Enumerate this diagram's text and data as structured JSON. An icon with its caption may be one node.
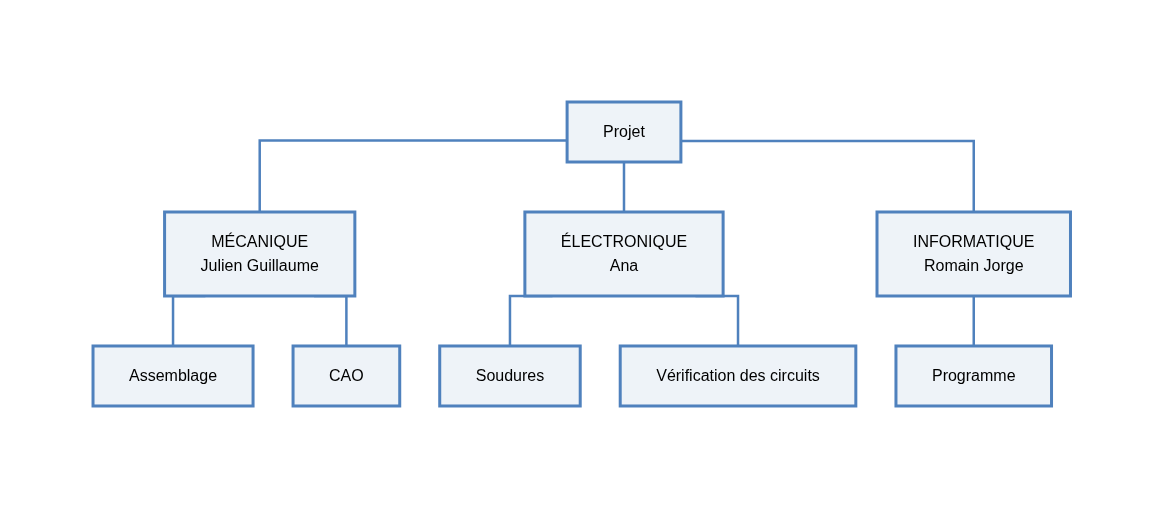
{
  "diagram": {
    "nodes": [
      {
        "text": [
          "Projet"
        ]
      },
      {
        "text": [
          "MÉCANIQUE",
          "Julien Guillaume"
        ]
      },
      {
        "text": [
          "ÉLECTRONIQUE",
          "Ana"
        ]
      },
      {
        "text": [
          "INFORMATIQUE",
          "Romain Jorge"
        ]
      },
      {
        "text": [
          "Assemblage"
        ]
      },
      {
        "text": [
          "CAO"
        ]
      },
      {
        "text": [
          "Soudures"
        ]
      },
      {
        "text": [
          "Vérification des circuits"
        ]
      },
      {
        "text": [
          "Programme"
        ]
      }
    ],
    "edges": [
      {
        "from": 0,
        "to": 1,
        "arrow": "none"
      },
      {
        "from": 0,
        "to": 2,
        "arrow": "none"
      },
      {
        "from": 0,
        "to": 3,
        "arrow": "none"
      },
      {
        "from": 1,
        "to": 4,
        "arrow": "none"
      },
      {
        "from": 1,
        "to": 5,
        "arrow": "none"
      },
      {
        "from": 2,
        "to": 6,
        "arrow": "none"
      },
      {
        "from": 2,
        "to": 7,
        "arrow": "none"
      },
      {
        "from": 3,
        "to": 8,
        "arrow": "none"
      }
    ]
  }
}
